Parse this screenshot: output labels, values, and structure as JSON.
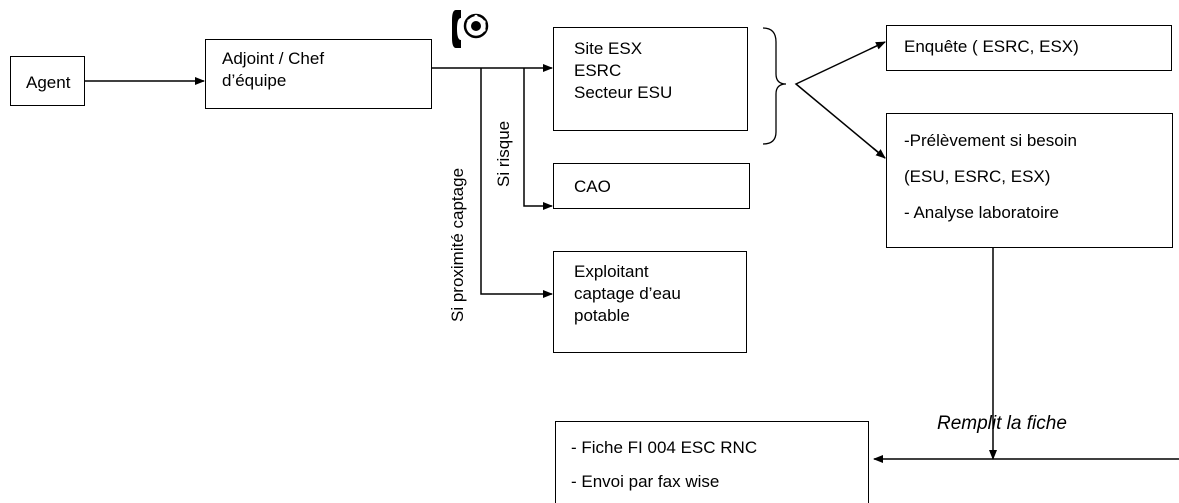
{
  "nodes": {
    "agent": "Agent",
    "adjoint": [
      "Adjoint / Chef",
      "d’équipe"
    ],
    "sites": [
      "Site ESX",
      "ESRC",
      "Secteur ESU"
    ],
    "cao": "CAO",
    "exploitant": [
      "Exploitant",
      "captage d’eau",
      "potable"
    ],
    "enquete": "Enquête ( ESRC, ESX)",
    "prelevement": [
      "-Prélèvement si besoin",
      "(ESU, ESRC, ESX)",
      "- Analyse laboratoire"
    ],
    "fiche": [
      "- Fiche FI 004 ESC RNC",
      "- Envoi par fax wise"
    ]
  },
  "edges": {
    "si_risque": "Si risque",
    "si_proximite": "Si proximité captage",
    "remplit": "Remplit  la fiche"
  },
  "icons": {
    "phone": "telephone-icon"
  }
}
